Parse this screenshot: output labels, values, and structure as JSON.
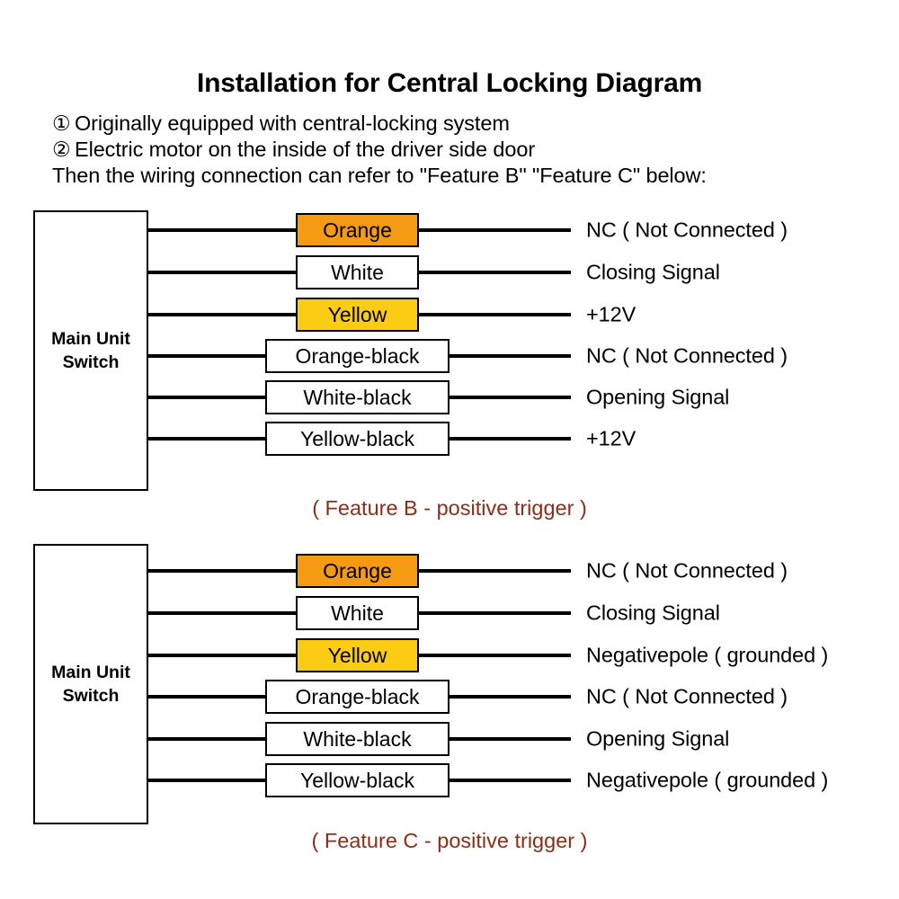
{
  "header": {
    "title": "Installation for Central Locking Diagram",
    "notes": [
      {
        "marker": "①",
        "text": "Originally equipped with central-locking system"
      },
      {
        "marker": "②",
        "text": "Electric motor on the inside of the driver side door"
      },
      {
        "marker": "",
        "text": "Then the wiring connection can refer to \"Feature B\" \"Feature C\" below:"
      }
    ]
  },
  "colors": {
    "orange": "#F59A13",
    "yellow": "#FACC14",
    "white": "#FFFFFF",
    "wire_black": "#000000",
    "caption_brown": "#8C2E16"
  },
  "diagrams": [
    {
      "id": "feature-b",
      "unit_label": "Main Unit\nSwitch",
      "unit_label_line1": "Main Unit",
      "unit_label_line2": "Switch",
      "caption": "( Feature B - positive trigger )",
      "rows": [
        {
          "wire": "Orange",
          "swatch": "orange",
          "style": "short",
          "function": "NC ( Not Connected )"
        },
        {
          "wire": "White",
          "swatch": "white",
          "style": "short",
          "function": "Closing Signal"
        },
        {
          "wire": "Yellow",
          "swatch": "yellow",
          "style": "short",
          "function": "+12V"
        },
        {
          "wire": "Orange-black",
          "swatch": "white",
          "style": "long",
          "function": "NC ( Not Connected )"
        },
        {
          "wire": "White-black",
          "swatch": "white",
          "style": "long",
          "function": "Opening Signal"
        },
        {
          "wire": "Yellow-black",
          "swatch": "white",
          "style": "long",
          "function": "+12V"
        }
      ]
    },
    {
      "id": "feature-c",
      "unit_label_line1": "Main Unit",
      "unit_label_line2": "Switch",
      "caption": "( Feature C - positive trigger )",
      "rows": [
        {
          "wire": "Orange",
          "swatch": "orange",
          "style": "short",
          "function": "NC ( Not Connected )"
        },
        {
          "wire": "White",
          "swatch": "white",
          "style": "short",
          "function": "Closing Signal"
        },
        {
          "wire": "Yellow",
          "swatch": "yellow",
          "style": "short",
          "function": "Negativepole ( grounded )"
        },
        {
          "wire": "Orange-black",
          "swatch": "white",
          "style": "long",
          "function": "NC ( Not Connected )"
        },
        {
          "wire": "White-black",
          "swatch": "white",
          "style": "long",
          "function": "Opening Signal"
        },
        {
          "wire": "Yellow-black",
          "swatch": "white",
          "style": "long",
          "function": "Negativepole ( grounded )"
        }
      ]
    }
  ]
}
